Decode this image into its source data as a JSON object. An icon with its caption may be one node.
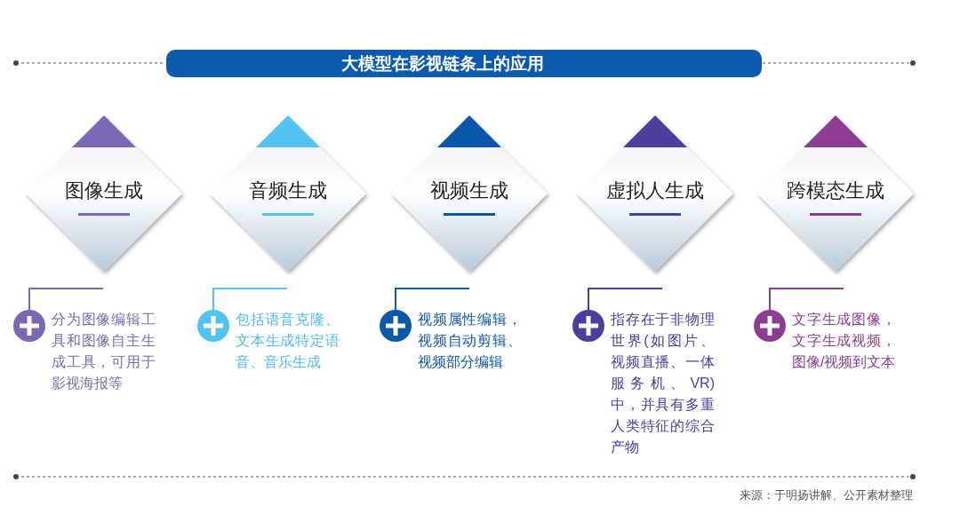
{
  "diagram": {
    "title": "大模型在影视链条上的应用",
    "caption": "来源：于明扬讲解、公开素材整理",
    "nodes": [
      {
        "text": [
          "图像生成"
        ],
        "beside": [
          "分为图像编辑工具和图像自主生成工具，可用于影视海报等"
        ]
      },
      {
        "text": [
          "音频生成"
        ],
        "beside": [
          "包括语音克隆、文本生成特定语音、音乐生成"
        ]
      },
      {
        "text": [
          "视频生成"
        ],
        "beside": [
          "视频属性编辑，视频自动剪辑、视频部分编辑"
        ]
      },
      {
        "text": [
          "虚拟人生成"
        ],
        "beside": [
          "指存在于非物理世界(如图片、视频直播、一体服务机、VR)中，并具有多重人类特征的综合产物"
        ]
      },
      {
        "text": [
          "跨模态生成"
        ],
        "beside": [
          "文字生成图像，文字生成视频，图像/视频到文本"
        ]
      }
    ]
  }
}
